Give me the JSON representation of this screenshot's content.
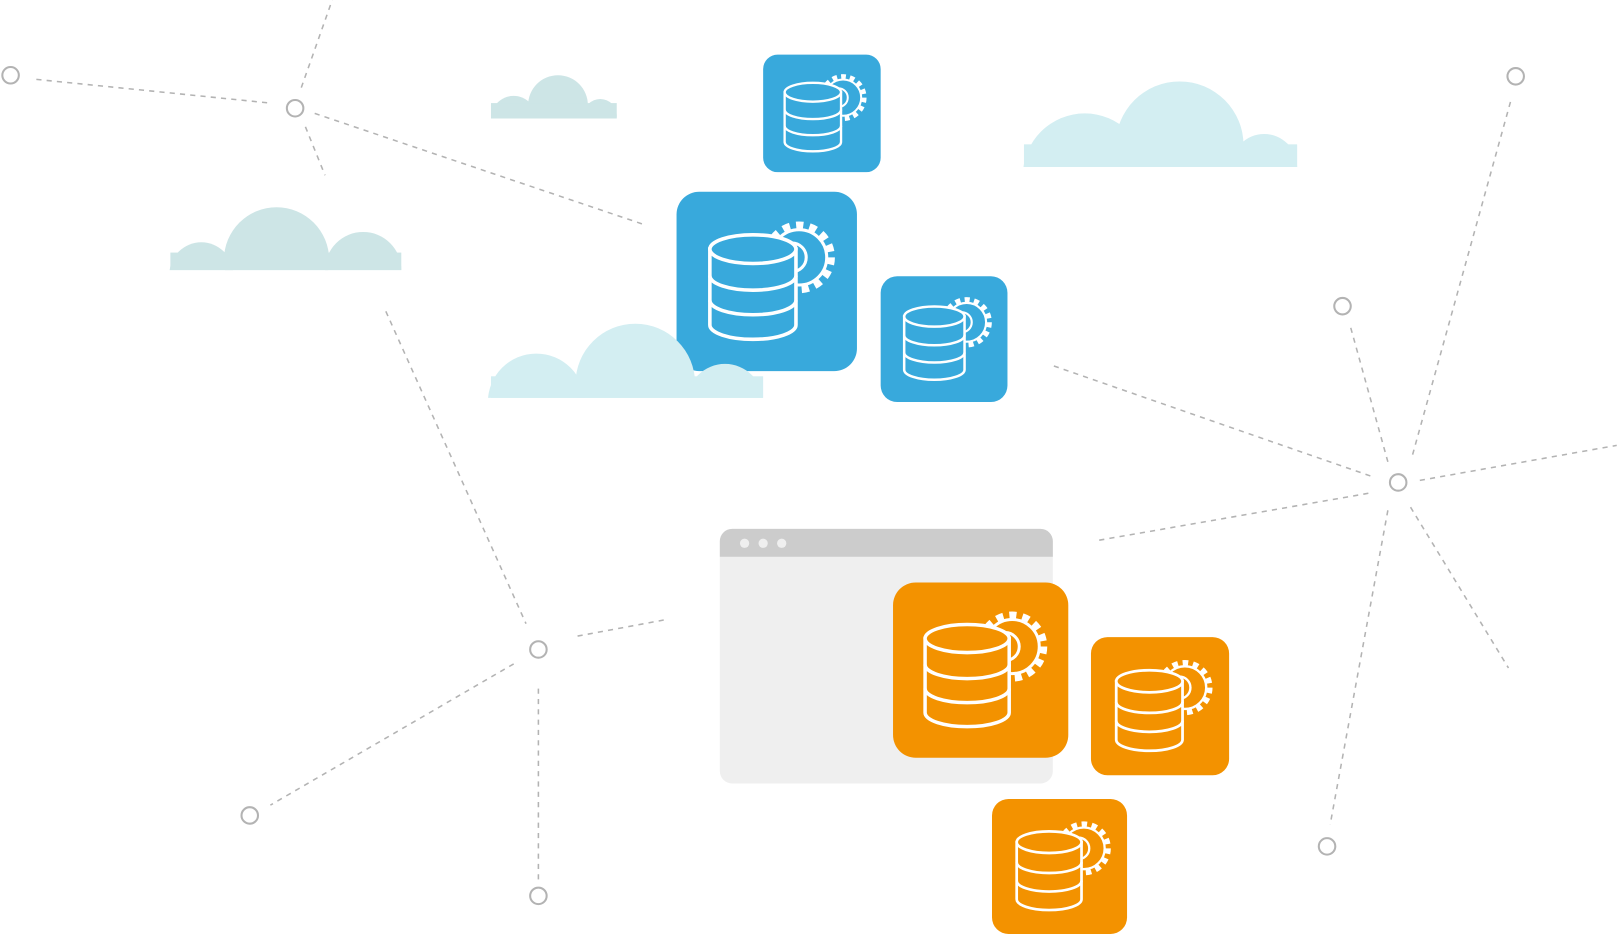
{
  "illustration": {
    "theme": "cloud database services network",
    "colors": {
      "blue_tile": "#38a9dc",
      "orange_tile": "#f39200",
      "cloud_light": "#d3eef2",
      "cloud_muted": "#cde5e6",
      "window_header": "#cccccc",
      "window_body": "#efefef",
      "network_line": "#b3b3b3"
    },
    "icons": [
      "database-gear-icon",
      "cloud-icon",
      "browser-window-icon",
      "network-node-icon"
    ],
    "cloud_database_tiles": 3,
    "local_database_tiles": 3
  }
}
